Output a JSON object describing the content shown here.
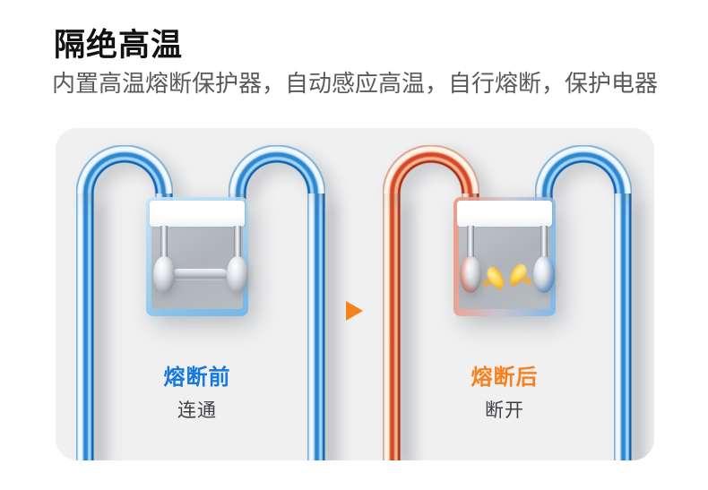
{
  "header": {
    "title": "隔绝高温",
    "subtitle": "内置高温熔断保护器，自动感应高温，自行熔断，保护电器"
  },
  "diagram": {
    "before": {
      "label": "熔断前",
      "status": "连通"
    },
    "after": {
      "label": "熔断后",
      "status": "断开"
    }
  },
  "colors": {
    "before_label": "#1778dd",
    "after_label": "#f5821f",
    "arrow": "#f5831d",
    "cable_blue": "#2e86d0",
    "cable_red": "#c9391f",
    "panel_bg": "#f0f0f1",
    "title": "#111111",
    "subtitle": "#58595b",
    "status_text": "#3f4145"
  }
}
